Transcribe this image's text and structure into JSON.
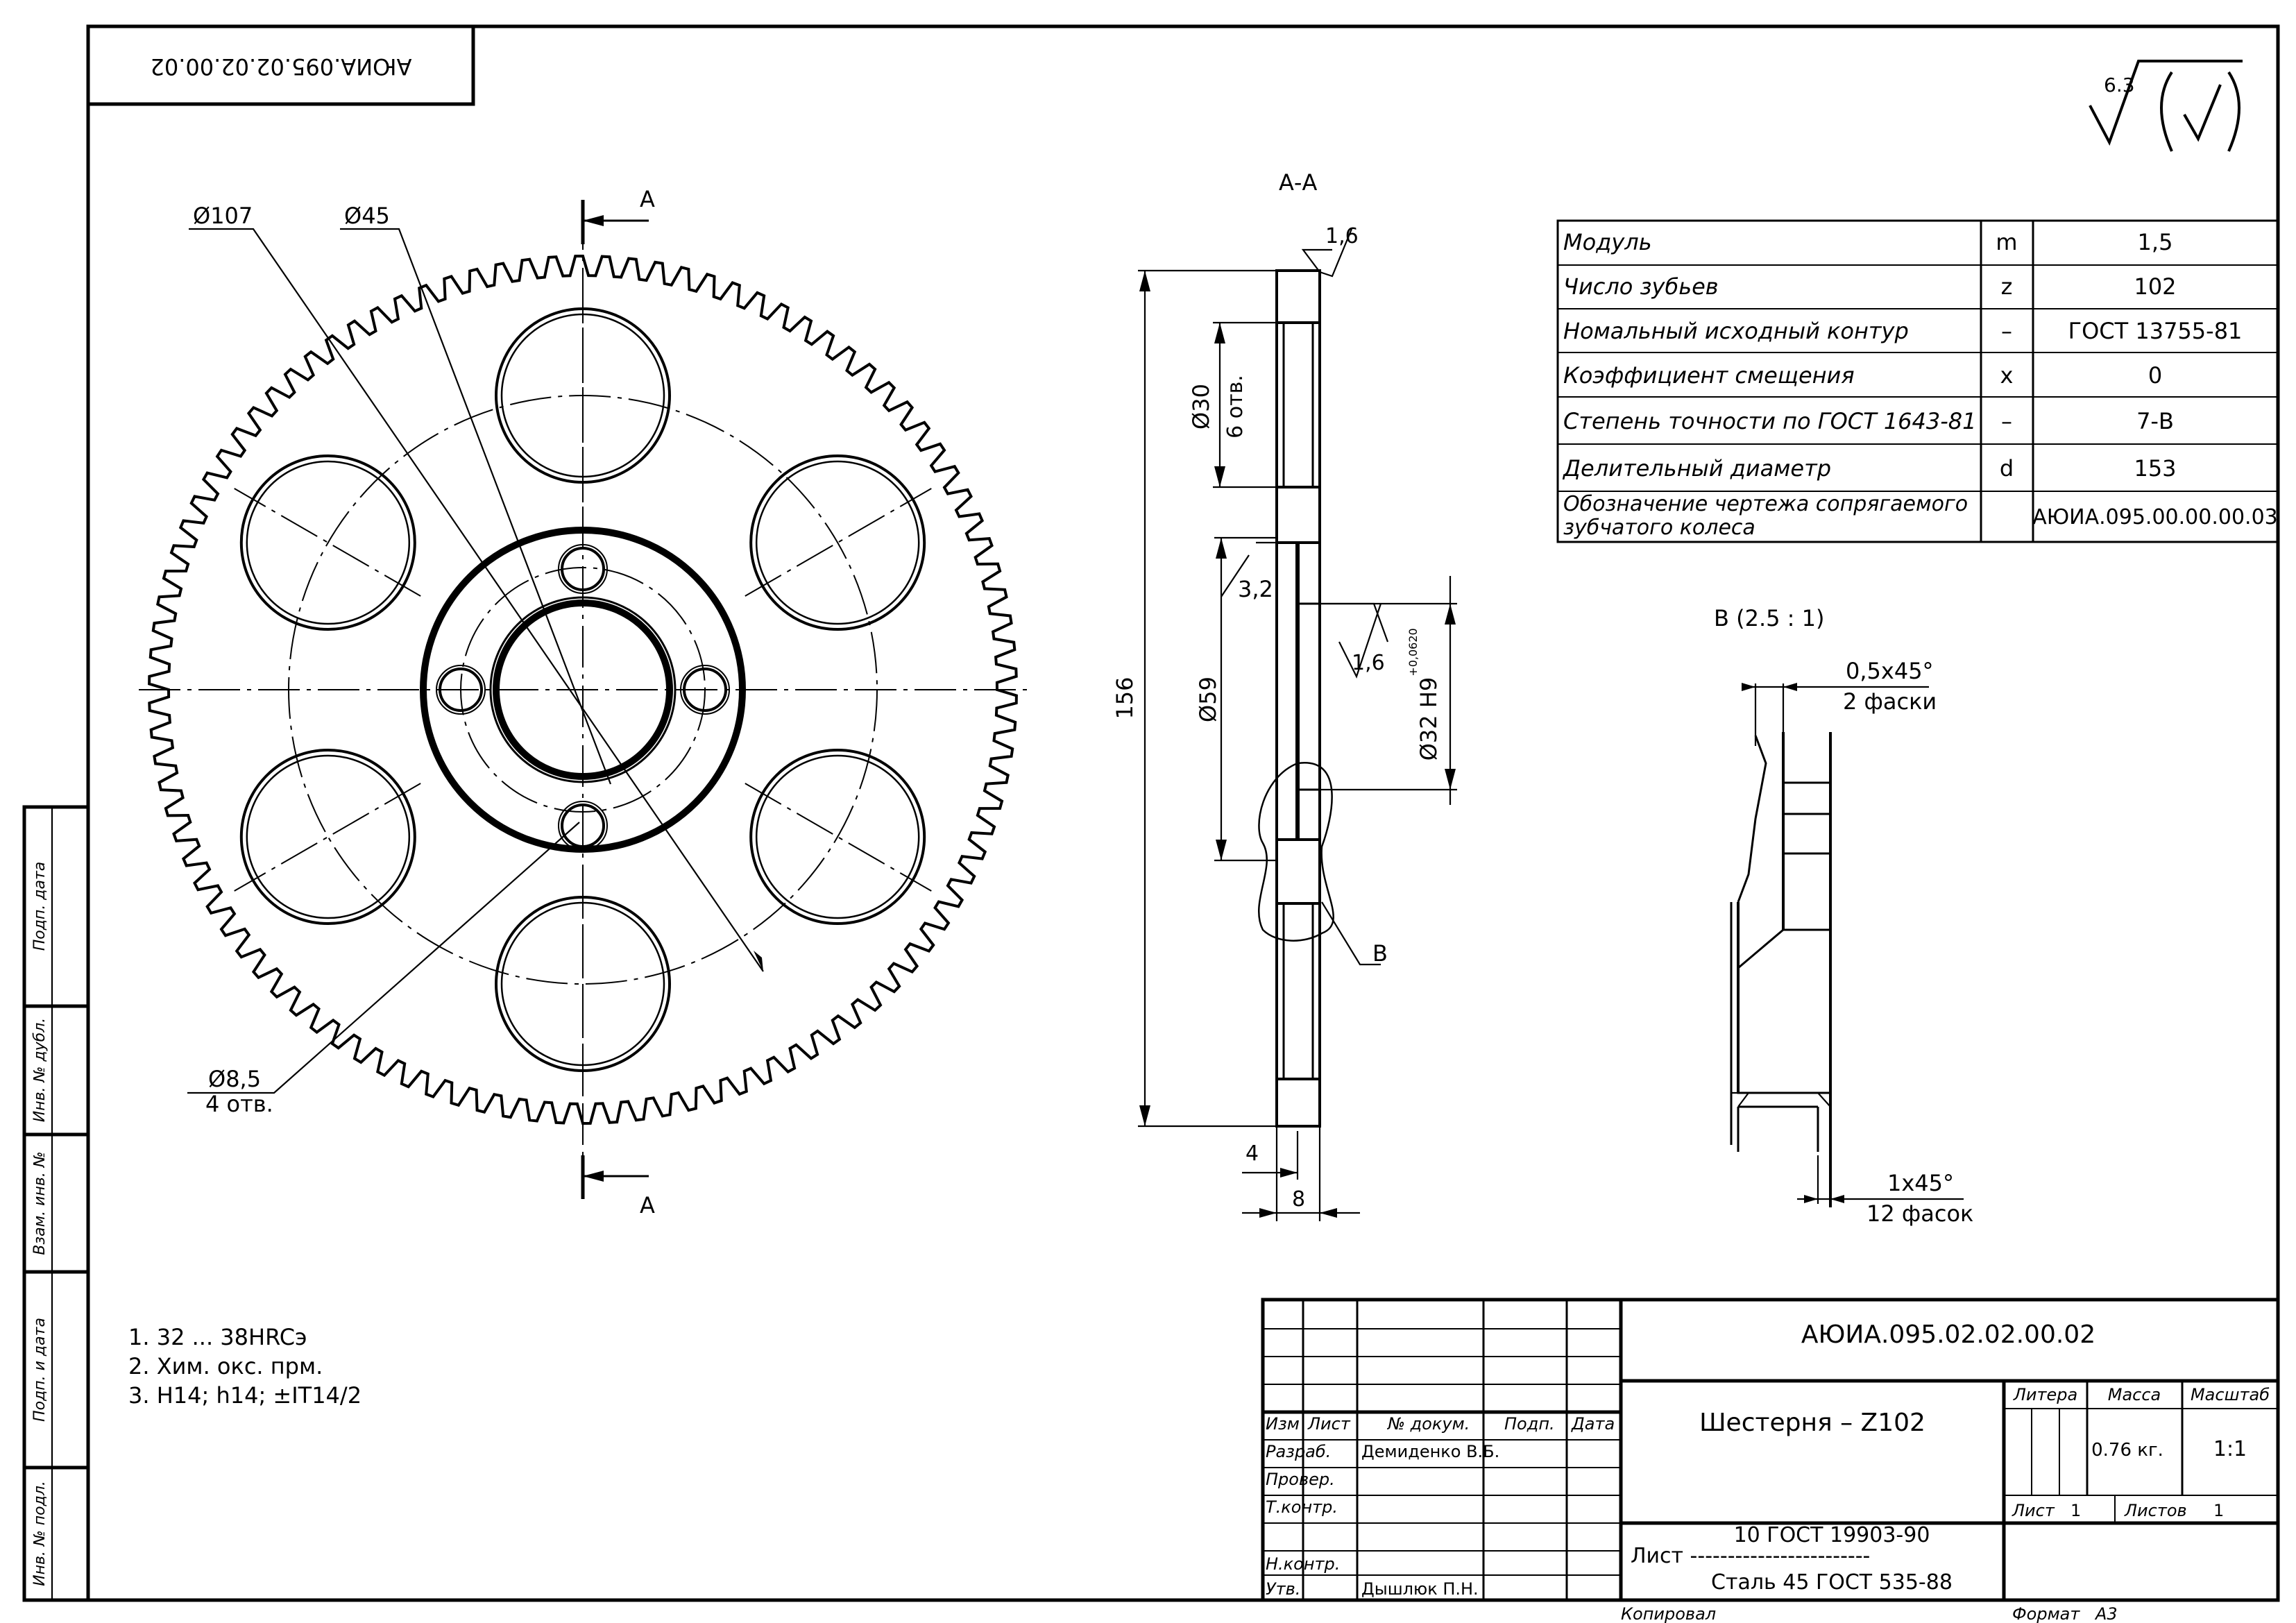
{
  "stamp_top": "АЮИА.095.02.02.00.02",
  "roughness": {
    "value": "6.3"
  },
  "section_label": "А-А",
  "cut_labels": {
    "top": "А",
    "bottom": "А"
  },
  "front_view": {
    "dim_d107": "Ø107",
    "dim_d45": "Ø45",
    "dim_d85": "Ø8,5",
    "dim_d85_sub": "4 отв."
  },
  "section_view": {
    "rough_top": "1,6",
    "rough_mid": "1,6",
    "dim_d30": "Ø30",
    "dim_d30_sub": "6 отв.",
    "dim_32": "3,2",
    "dim_d59": "Ø59",
    "dim_156": "156",
    "dim_d32h9": "Ø32 H9",
    "tol_d32h9": "+0,0620",
    "dim_4": "4",
    "dim_8": "8",
    "callout_b": "В"
  },
  "detail_view": {
    "title": "В  (2.5 : 1)",
    "chamfer_top": "0,5x45°",
    "chamfer_top_sub": "2 фаски",
    "chamfer_bottom": "1x45°",
    "chamfer_bottom_sub": "12 фасок"
  },
  "gear_table": [
    {
      "param": "Модуль",
      "symbol": "m",
      "value": "1,5"
    },
    {
      "param": "Число зубьев",
      "symbol": "z",
      "value": "102"
    },
    {
      "param": "Номальный исходный контур",
      "symbol": "–",
      "value": "ГОСТ 13755-81"
    },
    {
      "param": "Коэффициент смещения",
      "symbol": "x",
      "value": "0"
    },
    {
      "param": "Степень точности по ГОСТ 1643-81",
      "symbol": "–",
      "value": "7-В"
    },
    {
      "param": "Делительный диаметр",
      "symbol": "d",
      "value": "153"
    },
    {
      "param": "Обозначение чертежа сопрягаемого",
      "param2": "зубчатого колеса",
      "symbol": "",
      "value": "АЮИА.095.00.00.00.03"
    }
  ],
  "notes": [
    "1. 32 ... 38HRCэ",
    "2. Хим. окс. прм.",
    "3. H14; h14; ±IT14/2"
  ],
  "side_strip": [
    "Подп. дата",
    "Инв. № дубл.",
    "Взам. инв. №",
    "Подп. и дата",
    "Инв. № подл."
  ],
  "title_block": {
    "doc_number": "АЮИА.095.02.02.00.02",
    "part_name": "Шестерня – Z102",
    "material_line1": "10 ГОСТ 19903-90",
    "material_line2": "Лист ------------------------",
    "material_line3": "Сталь 45 ГОСТ 535-88",
    "col_izm": "Изм",
    "col_list": "Лист",
    "col_doc": "№ докум.",
    "col_podp": "Подп.",
    "col_data": "Дата",
    "row_razrab": "Разраб.",
    "razrab_name": "Демиденко В.Б.",
    "row_prover": "Провер.",
    "row_tkontr": "Т.контр.",
    "row_nkontr": "Н.контр.",
    "row_utv": "Утв.",
    "utv_name": "Дышлюк П.Н.",
    "h_litera": "Литера",
    "h_massa": "Масса",
    "h_masshtab": "Масштаб",
    "massa": "0.76 кг.",
    "masshtab": "1:1",
    "list_label": "Лист",
    "list_value": "1",
    "listov_label": "Листов",
    "listov_value": "1",
    "kopiroval": "Копировал",
    "format_label": "Формат",
    "format_value": "А3"
  }
}
